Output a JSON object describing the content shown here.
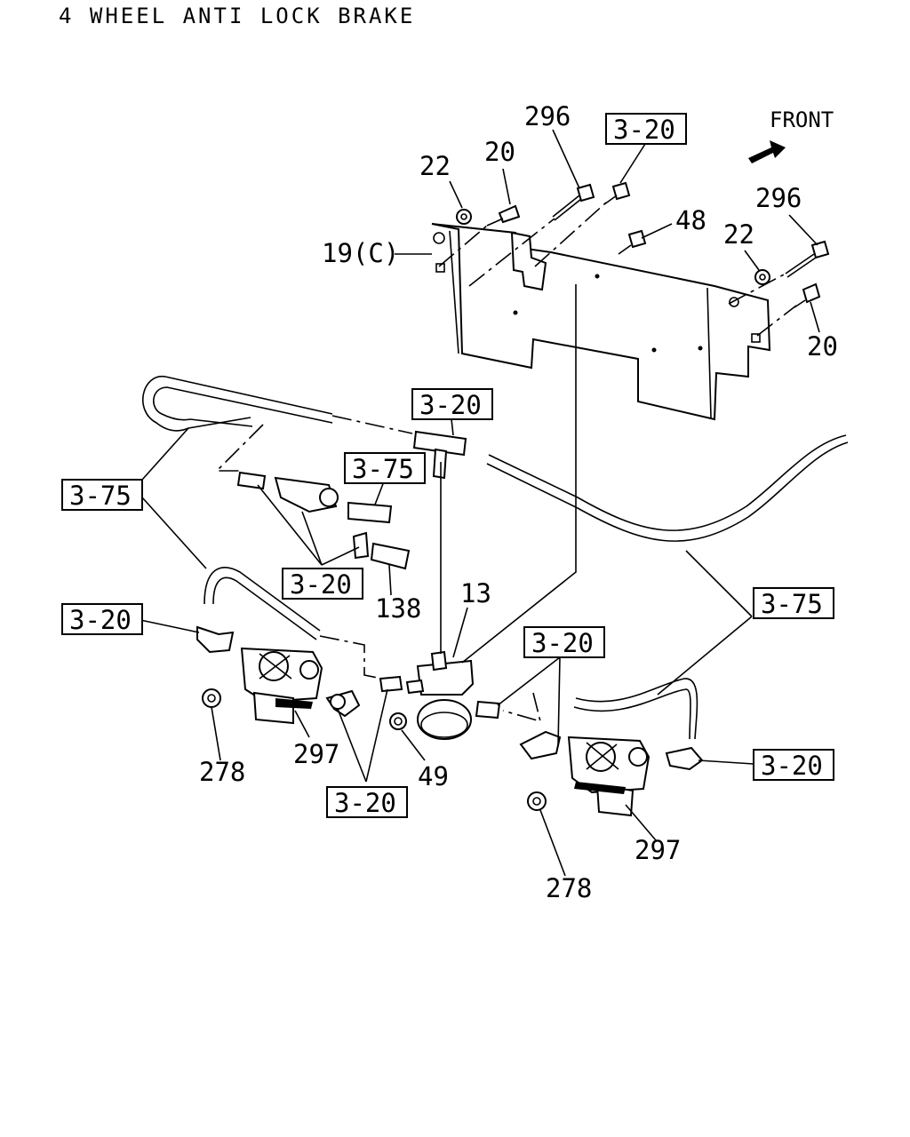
{
  "title": "4 WHEEL ANTI LOCK BRAKE",
  "front_label": "FRONT",
  "callouts": {
    "n296a": "296",
    "n22a": "22",
    "n20a": "20",
    "n19c": "19(C)",
    "n48": "48",
    "n22b": "22",
    "n296b": "296",
    "n20b": "20",
    "n13": "13",
    "n138": "138",
    "n278a": "278",
    "n297a": "297",
    "n49": "49",
    "n297b": "297",
    "n278b": "278"
  },
  "refs": {
    "r1": "3-20",
    "r2": "3-20",
    "r3": "3-75",
    "r4": "3-75",
    "r5": "3-20",
    "r6": "3-20",
    "r7": "3-75",
    "r8": "3-20",
    "r9": "3-20",
    "r10": "3-20"
  }
}
